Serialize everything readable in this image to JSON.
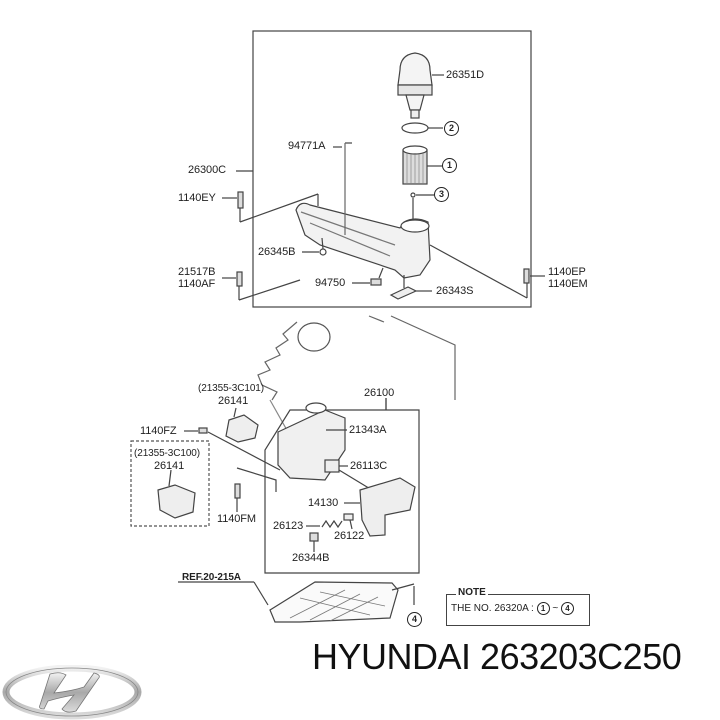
{
  "diagram": {
    "type": "exploded-parts-diagram",
    "subject": "Oil filter housing / oil pump assembly",
    "group_boxes": [
      {
        "id": "26300C",
        "label": "26300C"
      },
      {
        "id": "26100",
        "label": "26100"
      }
    ],
    "callouts": {
      "p26351D": "26351D",
      "p94771A": "94771A",
      "p26300C": "26300C",
      "p1140EY": "1140EY",
      "p26345B": "26345B",
      "p21517B": "21517B",
      "p1140AF": "1140AF",
      "p94750": "94750",
      "p26343S": "26343S",
      "p1140EP": "1140EP",
      "p1140EM": "1140EM",
      "p21355_3C101": "(21355-3C101)",
      "p26141a": "26141",
      "p26100": "26100",
      "p1140FZ": "1140FZ",
      "p21343A": "21343A",
      "p21355_3C100": "(21355-3C100)",
      "p26141b": "26141",
      "p26113C": "26113C",
      "p14130": "14130",
      "p1140FM": "1140FM",
      "p26123": "26123",
      "p26122": "26122",
      "p26344B": "26344B",
      "ref": "REF.20-215A"
    },
    "circled_numbers": {
      "n1": "1",
      "n2": "2",
      "n3": "3",
      "n4": "4"
    },
    "note": {
      "title": "NOTE",
      "text_prefix": "THE NO. 26320A :",
      "range_start": "1",
      "range_sep": "~",
      "range_end": "4"
    }
  },
  "footer": {
    "brand": "HYUNDAI",
    "part_number": "263203C250",
    "title": "HYUNDAI 263203C250"
  }
}
